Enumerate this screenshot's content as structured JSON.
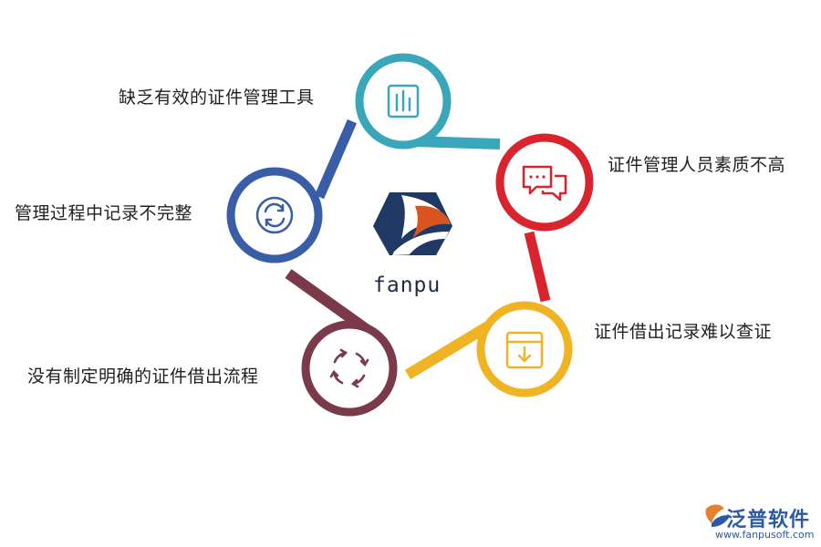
{
  "center": {
    "text": "fanpu"
  },
  "nodes": [
    {
      "id": "teal",
      "label": "缺乏有效的证件管理工具",
      "color": "#3aa6b9",
      "icon": "bar-chart-icon"
    },
    {
      "id": "red",
      "label": "证件管理人员素质不高",
      "color": "#d9232d",
      "icon": "chat-bubbles-icon"
    },
    {
      "id": "yellow",
      "label": "证件借出记录难以查证",
      "color": "#f0b323",
      "icon": "download-box-icon"
    },
    {
      "id": "maroon",
      "label": "没有制定明确的证件借出流程",
      "color": "#7a3a4a",
      "icon": "cycle-arrows-icon"
    },
    {
      "id": "blue",
      "label": "管理过程中记录不完整",
      "color": "#3a5da8",
      "icon": "refresh-icon"
    }
  ],
  "watermark": {
    "brand": "泛普软件",
    "url": "www.fanpusoft.com"
  },
  "logo": {
    "color_dark": "#1f3864",
    "color_orange": "#d9541e"
  }
}
